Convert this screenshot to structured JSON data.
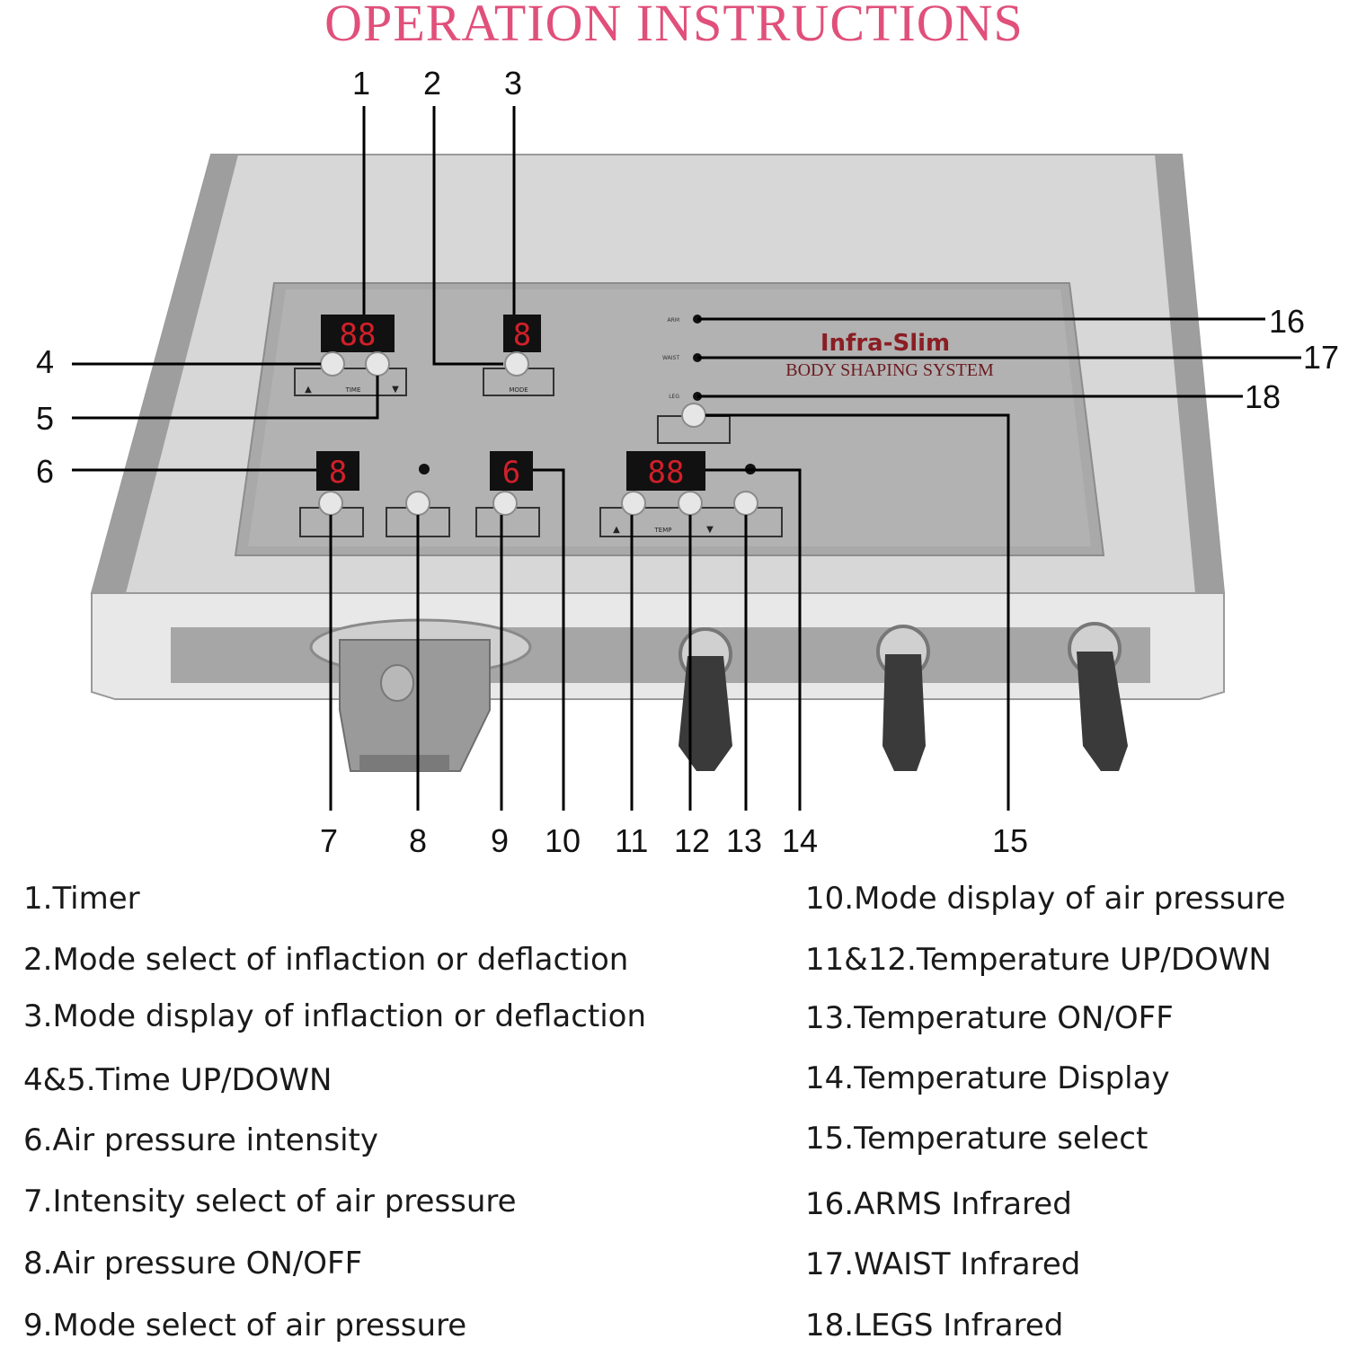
{
  "title": "OPERATION INSTRUCTIONS",
  "device": {
    "brand": "Infra-Slim",
    "subtitle": "BODY SHAPING SYSTEM",
    "zone_labels": [
      "ARM",
      "WAIST",
      "LEG"
    ],
    "button_labels": {
      "time": "TIME",
      "mode": "MODE",
      "temp": "TEMP",
      "up": "▲",
      "down": "▼"
    },
    "led_chars": {
      "timer": "88",
      "mode": "8",
      "intensity": "8",
      "air_mode": "6",
      "temperature": "88"
    },
    "colors": {
      "led": "#d0202a",
      "case": "#d9d9d9",
      "panel": "#a9a9a9",
      "title": "#e0507a"
    }
  },
  "callouts": [
    "1",
    "2",
    "3",
    "4",
    "5",
    "6",
    "7",
    "8",
    "9",
    "10",
    "11",
    "12",
    "13",
    "14",
    "15",
    "16",
    "17",
    "18"
  ],
  "legend": {
    "left": [
      "1.Timer",
      "2.Mode select of inflaction or deflaction",
      "3.Mode display of inflaction or deflaction",
      "4&5.Time UP/DOWN",
      "6.Air pressure intensity",
      "7.Intensity select of air pressure",
      "8.Air pressure ON/OFF",
      "9.Mode select of air pressure"
    ],
    "right": [
      "10.Mode display of air pressure",
      "11&12.Temperature UP/DOWN",
      "13.Temperature ON/OFF",
      "14.Temperature Display",
      "15.Temperature select",
      "16.ARMS Infrared",
      "17.WAIST Infrared",
      "18.LEGS Infrared"
    ]
  }
}
